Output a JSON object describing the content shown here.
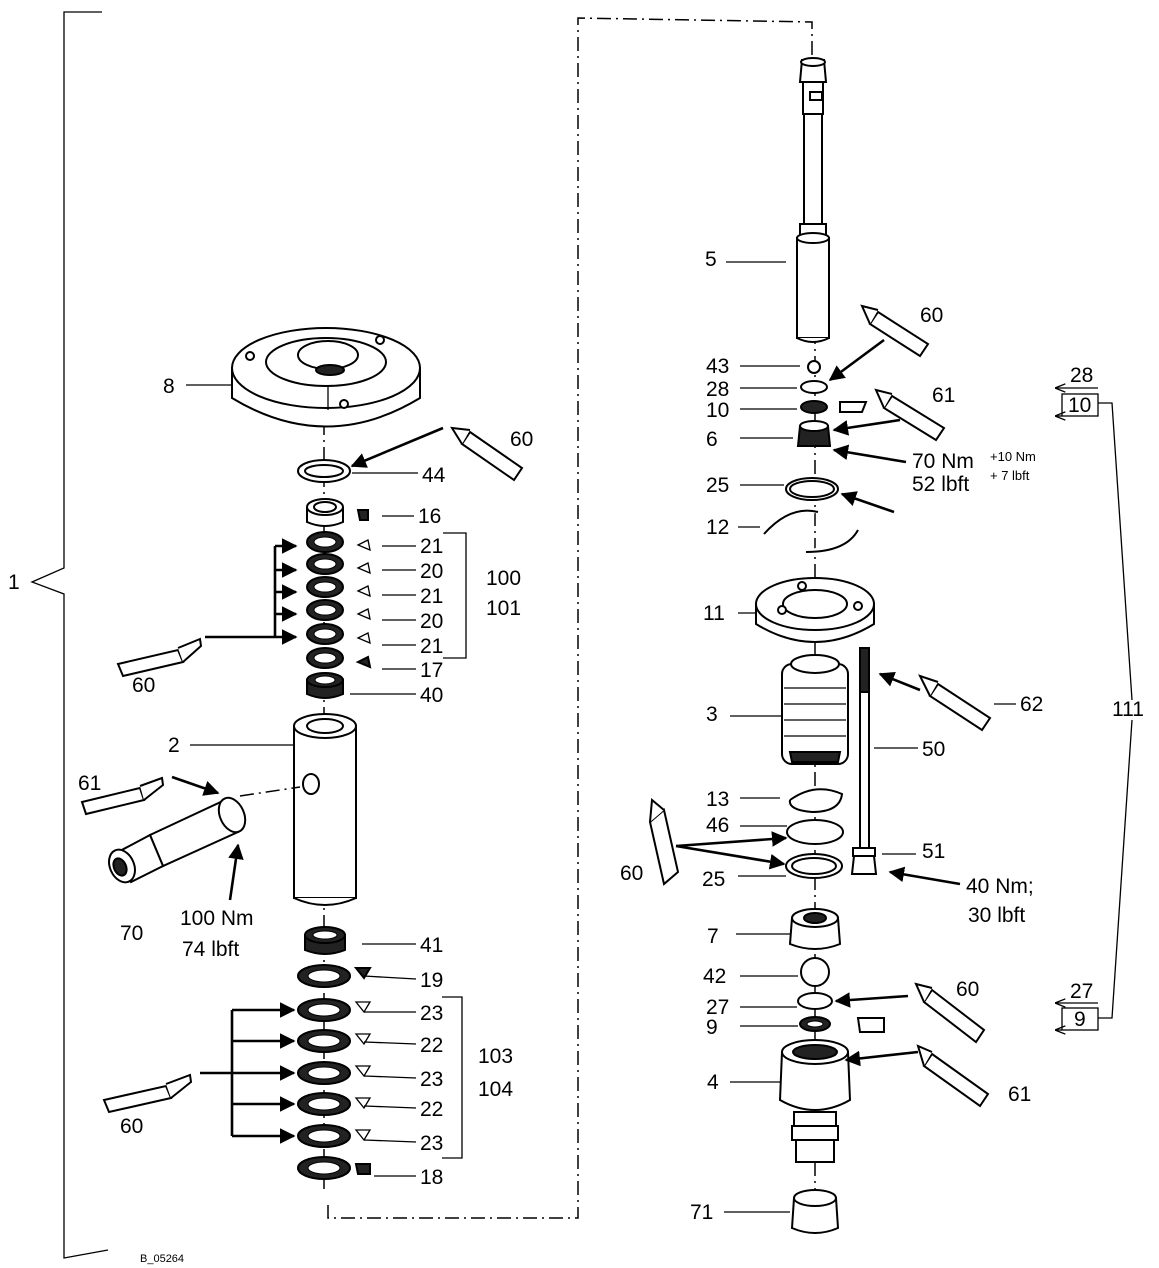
{
  "figure_code": "B_05264",
  "assembly_labels": {
    "complete": "1",
    "throat_packings": [
      "100",
      "101"
    ],
    "piston_packings": [
      "103",
      "104"
    ],
    "valve_kit": "111"
  },
  "left_parts": [
    {
      "id": "8",
      "text": "8"
    },
    {
      "id": "44",
      "text": "44"
    },
    {
      "id": "16",
      "text": "16"
    },
    {
      "id": "21a",
      "text": "21"
    },
    {
      "id": "20a",
      "text": "20"
    },
    {
      "id": "21b",
      "text": "21"
    },
    {
      "id": "20b",
      "text": "20"
    },
    {
      "id": "21c",
      "text": "21"
    },
    {
      "id": "17",
      "text": "17"
    },
    {
      "id": "40",
      "text": "40"
    },
    {
      "id": "2",
      "text": "2"
    },
    {
      "id": "70",
      "text": "70"
    },
    {
      "id": "41",
      "text": "41"
    },
    {
      "id": "19",
      "text": "19"
    },
    {
      "id": "23a",
      "text": "23"
    },
    {
      "id": "22a",
      "text": "22"
    },
    {
      "id": "23b",
      "text": "23"
    },
    {
      "id": "22b",
      "text": "22"
    },
    {
      "id": "23c",
      "text": "23"
    },
    {
      "id": "18",
      "text": "18"
    }
  ],
  "right_parts": [
    {
      "id": "5",
      "text": "5"
    },
    {
      "id": "43",
      "text": "43"
    },
    {
      "id": "28",
      "text": "28"
    },
    {
      "id": "10",
      "text": "10"
    },
    {
      "id": "6",
      "text": "6"
    },
    {
      "id": "25a",
      "text": "25"
    },
    {
      "id": "12",
      "text": "12"
    },
    {
      "id": "11",
      "text": "11"
    },
    {
      "id": "3",
      "text": "3"
    },
    {
      "id": "50",
      "text": "50"
    },
    {
      "id": "13",
      "text": "13"
    },
    {
      "id": "46",
      "text": "46"
    },
    {
      "id": "51",
      "text": "51"
    },
    {
      "id": "25b",
      "text": "25"
    },
    {
      "id": "7",
      "text": "7"
    },
    {
      "id": "42",
      "text": "42"
    },
    {
      "id": "27",
      "text": "27"
    },
    {
      "id": "9",
      "text": "9"
    },
    {
      "id": "4",
      "text": "4"
    },
    {
      "id": "71",
      "text": "71"
    }
  ],
  "lubricants": {
    "grease": "60",
    "thread_sealant": "61",
    "anti_seize": "62"
  },
  "torques": {
    "pump_outlet": {
      "nm": "100 Nm",
      "lbft": "74 lbft"
    },
    "piston_valve": {
      "nm": "70 Nm",
      "lbft": "52 lbft",
      "tol_nm": "+10 Nm",
      "tol_lbft": "+ 7 lbft"
    },
    "tie_rod": {
      "nm": "40 Nm;",
      "lbft": "30 lbft"
    }
  },
  "kit_items": {
    "top": [
      "28",
      "10"
    ],
    "bottom": [
      "27",
      "9"
    ]
  }
}
